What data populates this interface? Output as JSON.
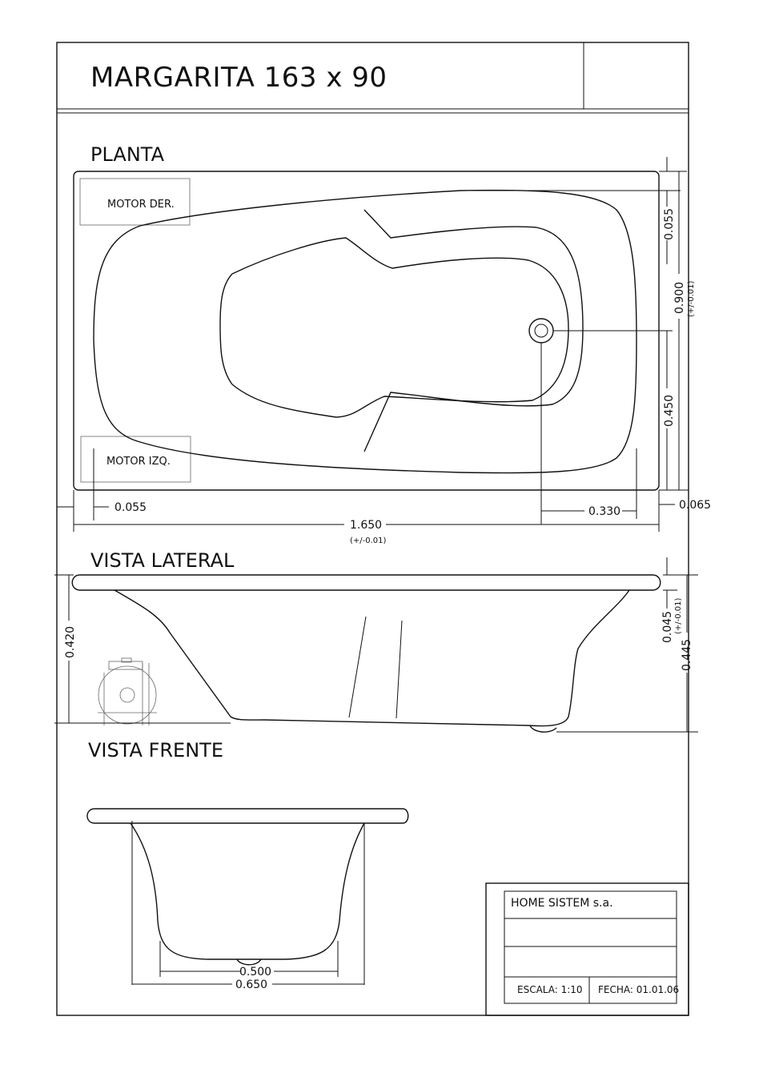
{
  "title": "MARGARITA 163 x 90",
  "sections": {
    "plan": "PLANTA",
    "side": "VISTA LATERAL",
    "front": "VISTA FRENTE"
  },
  "labels": {
    "motor_right": "MOTOR DER.",
    "motor_left": "MOTOR IZQ."
  },
  "dimensions": {
    "plan_inset": "0.055",
    "plan_length": "1.650",
    "plan_length_tol": "(+/-0.01)",
    "drain_offset": "0.330",
    "rim_right": "0.065",
    "top_margin": "0.055",
    "plan_width": "0.900",
    "plan_width_tol": "(+/-0.01)",
    "drain_center": "0.450",
    "height": "0.420",
    "rim_thickness": "0.045",
    "rim_thickness_tol": "(+/-0.01)",
    "total_height": "0.445",
    "bottom_width": "0.500",
    "front_width": "0.650"
  },
  "title_block": {
    "company": "HOME SISTEM s.a.",
    "scale": "ESCALA: 1:10",
    "date": "FECHA: 01.01.06"
  }
}
